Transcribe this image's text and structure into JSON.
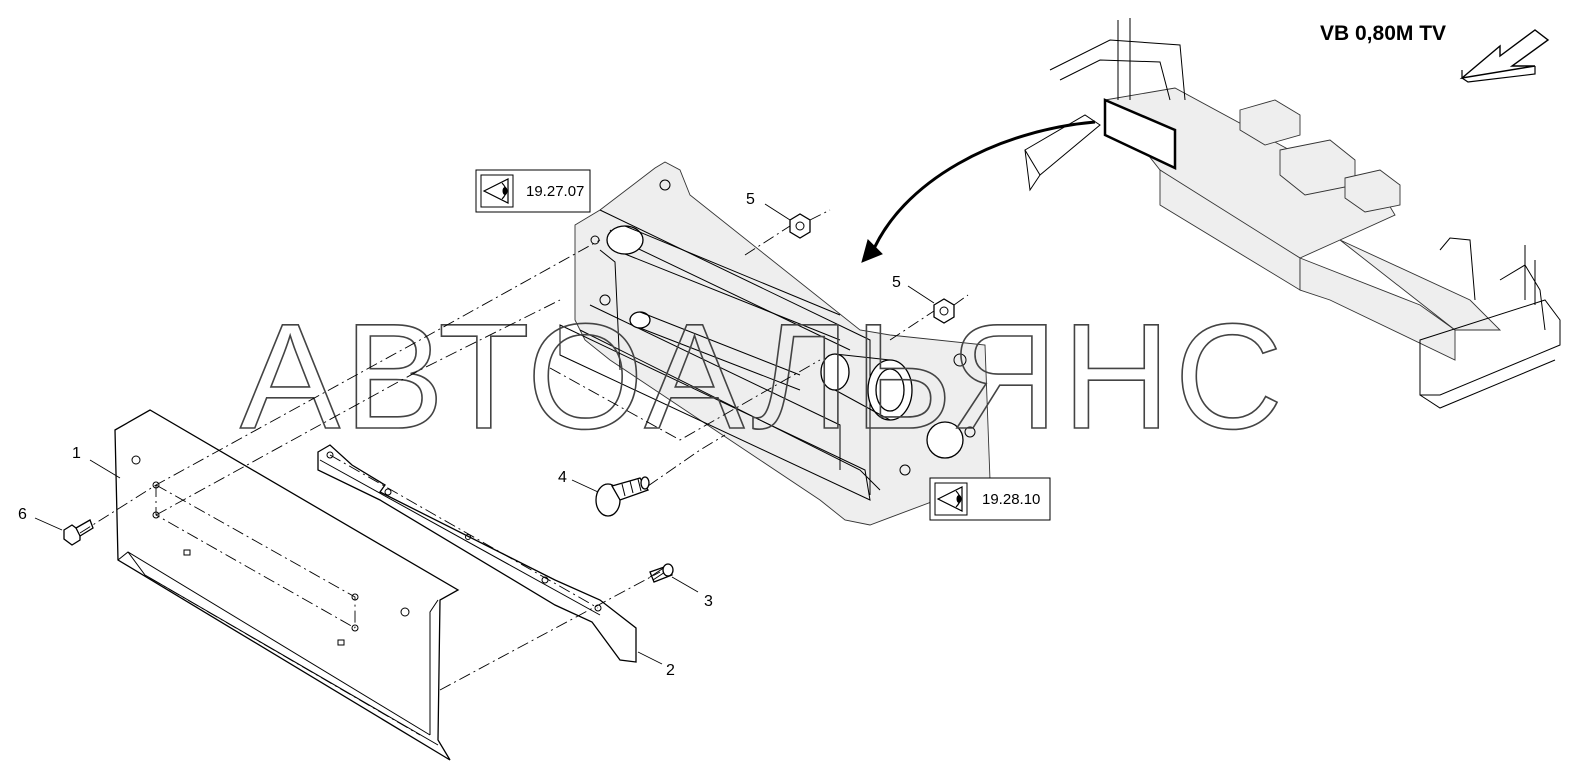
{
  "view_title": "VB 0,80M TV",
  "watermark": "АВТОАЛЬЯНС",
  "references": [
    {
      "id": "ref-19-27-07",
      "text": "19.27.07"
    },
    {
      "id": "ref-19-28-10",
      "text": "19.28.10"
    }
  ],
  "part_labels": {
    "p1": "1",
    "p2": "2",
    "p3": "3",
    "p4": "4",
    "p5a": "5",
    "p5b": "5",
    "p6": "6"
  },
  "icons": {
    "reference": "eye-icon",
    "view_direction": "view-direction-arrow-icon"
  }
}
